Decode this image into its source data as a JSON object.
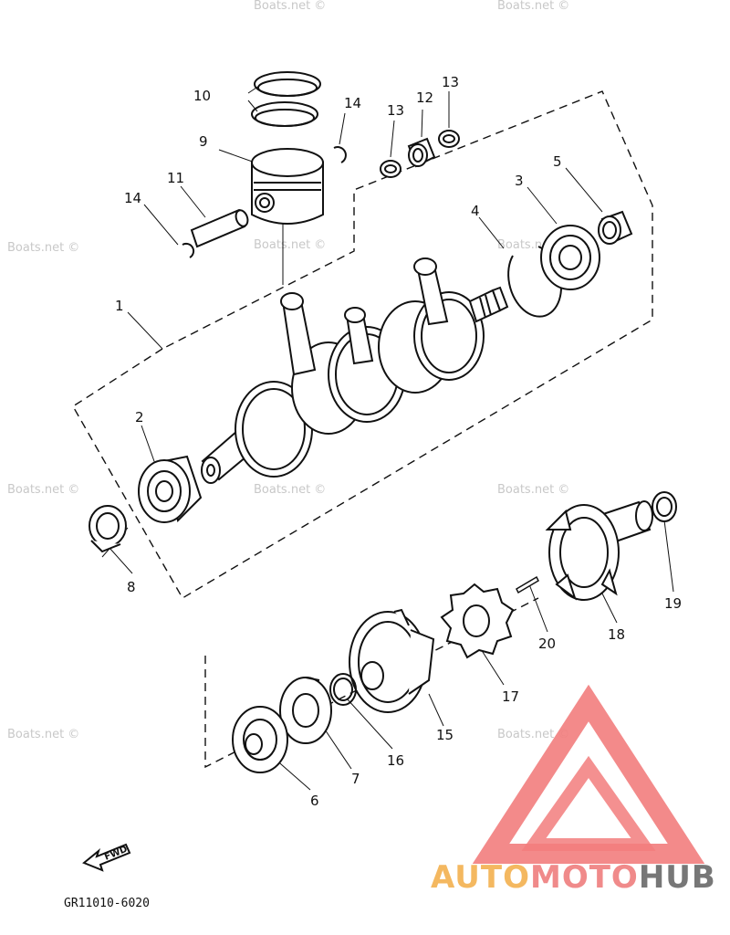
{
  "diagram": {
    "part_code": "GR11010-6020",
    "fwd_label": "FWD",
    "watermark": "Boats.net ©",
    "callouts": {
      "c1": "1",
      "c2": "2",
      "c3": "3",
      "c4": "4",
      "c5": "5",
      "c6": "6",
      "c7": "7",
      "c8": "8",
      "c9": "9",
      "c10": "10",
      "c11": "11",
      "c12": "12",
      "c13a": "13",
      "c13b": "13",
      "c14a": "14",
      "c14b": "14",
      "c15": "15",
      "c16": "16",
      "c17": "17",
      "c18": "18",
      "c19": "19",
      "c20": "20"
    }
  },
  "logo": {
    "part_auto": "AUTO",
    "part_moto": "MOTO",
    "part_hub": "HUB",
    "colors": {
      "auto": "#f4b860",
      "moto": "#f08a8a",
      "hub": "#777777",
      "triangle": "#f27d7d"
    }
  }
}
